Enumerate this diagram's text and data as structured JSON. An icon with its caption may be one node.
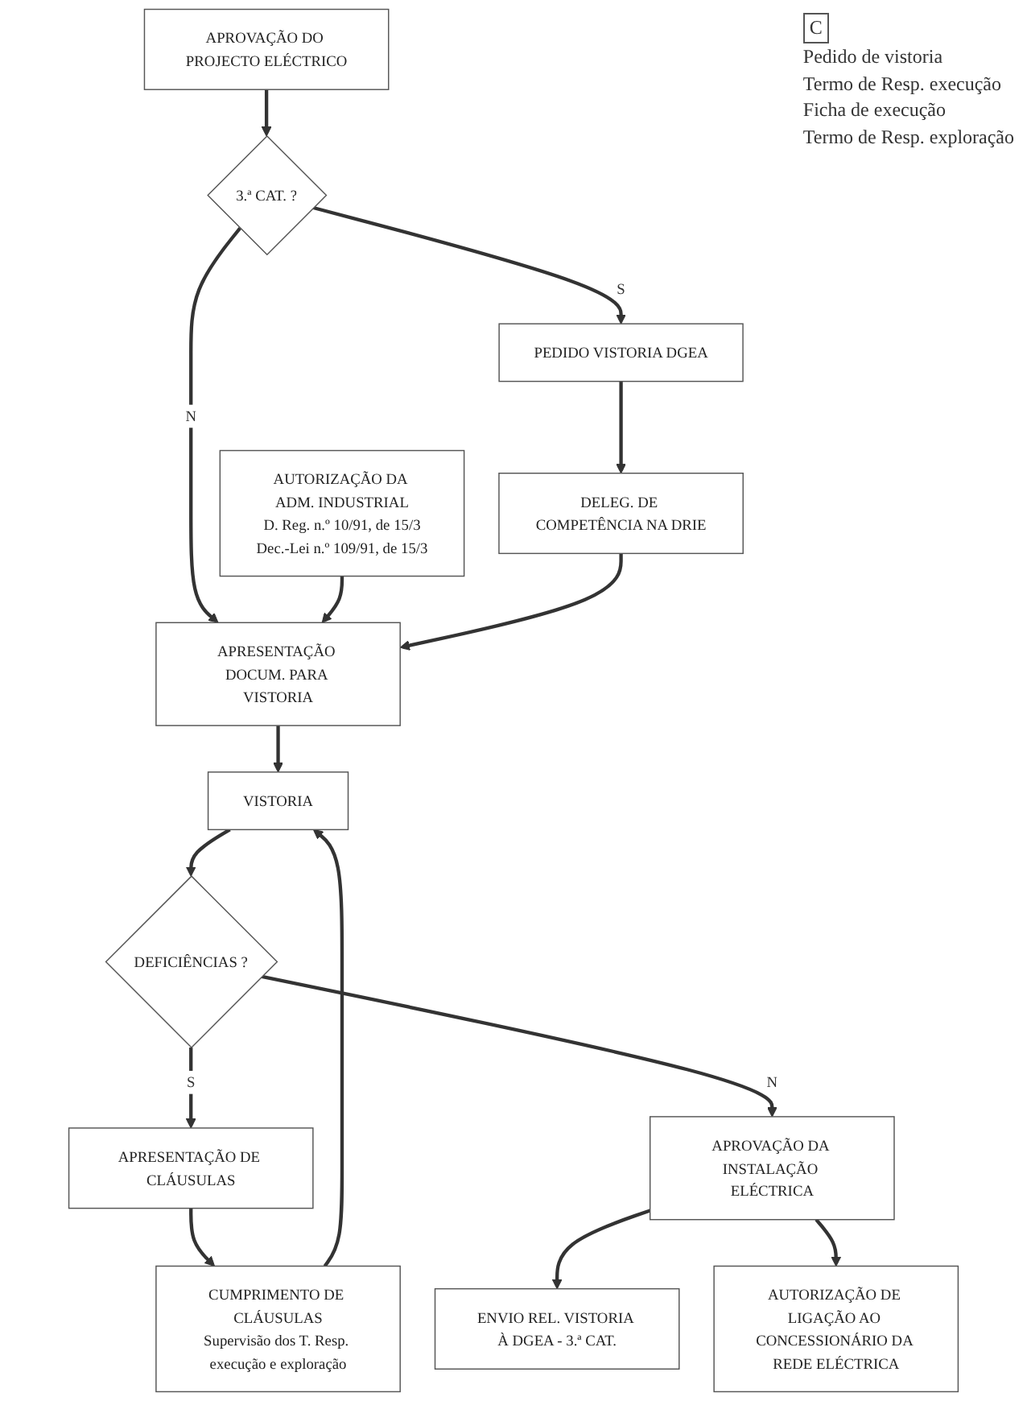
{
  "diagram": {
    "nodes": [
      {
        "text": [
          "APROVAÇÃO DO PROJECTO ELÉCTRICO"
        ]
      },
      {
        "text": [
          "AUTORIZAÇÃO DA ADM. INDUSTRIAL",
          "D. Reg. n.º 10/91, de 15/3",
          "Dec.-Lei n.º 109/91, de 15/3"
        ]
      },
      {
        "text": [
          "3.ª CAT. ?"
        ]
      },
      {
        "text": [
          "PEDIDO VISTORIA DGEA"
        ]
      },
      {
        "text": [
          "DELEG. DE COMPETÊNCIA NA DRIE"
        ]
      },
      {
        "text": [
          "APRESENTAÇÃO DOCUM. PARA VISTORIA"
        ]
      },
      {
        "text": [
          "VISTORIA"
        ]
      },
      {
        "text": [
          "DEFICIÊNCIAS ?"
        ]
      },
      {
        "text": [
          "APRESENTAÇÃO DE CLÁUSULAS"
        ]
      },
      {
        "text": [
          "CUMPRIMENTO DE CLÁUSULAS",
          "Supervisão dos T. Resp. execução e exploração"
        ]
      },
      {
        "text": [
          "APROVAÇÃO DA INSTALAÇÃO ELÉCTRICA"
        ]
      },
      {
        "text": [
          "ENVIO REL. VISTORIA À DGEA - 3.ª CAT."
        ]
      },
      {
        "text": [
          "AUTORIZAÇÃO DE LIGAÇÃO AO CONCESSIONÁRIO DA REDE ELÉCTRICA"
        ]
      }
    ],
    "edges": [
      {
        "from": 0,
        "to": 2,
        "arrow": "to"
      },
      {
        "from": 2,
        "to": 3,
        "arrow": "to",
        "label": "S"
      },
      {
        "from": 2,
        "to": 5,
        "arrow": "to",
        "label": "N"
      },
      {
        "from": 1,
        "to": 5,
        "arrow": "to"
      },
      {
        "from": 3,
        "to": 4,
        "arrow": "to"
      },
      {
        "from": 4,
        "to": 5,
        "arrow": "to"
      },
      {
        "from": 5,
        "to": 6,
        "arrow": "to"
      },
      {
        "from": 6,
        "to": 7,
        "arrow": "to"
      },
      {
        "from": 7,
        "to": 8,
        "arrow": "to",
        "label": "S"
      },
      {
        "from": 8,
        "to": 9,
        "arrow": "to"
      },
      {
        "from": 9,
        "to": 6,
        "arrow": "to"
      },
      {
        "from": 7,
        "to": 10,
        "arrow": "to",
        "label": "N"
      },
      {
        "from": 10,
        "to": 11,
        "arrow": "to"
      },
      {
        "from": 10,
        "to": 12,
        "arrow": "to"
      }
    ],
    "labels": [
      "C",
      "Pedido de vistoria",
      "Termo de Resp. execução",
      "Ficha de execução",
      "Termo de Resp. exploração"
    ]
  }
}
